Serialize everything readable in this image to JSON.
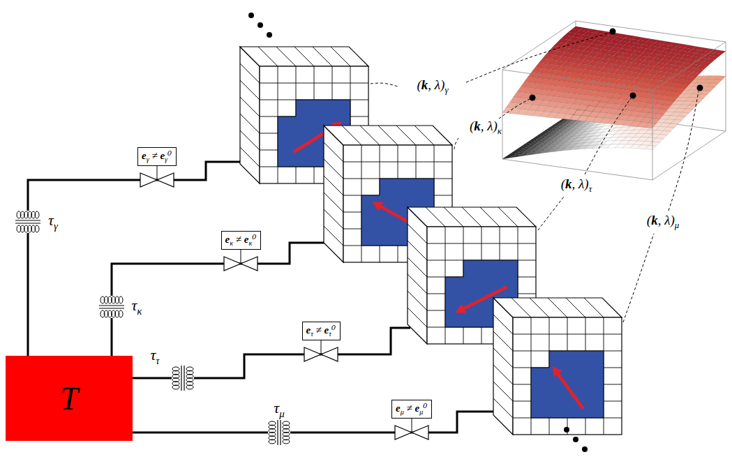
{
  "diagram": {
    "nodes": [
      {
        "text": [
          "T"
        ]
      },
      {
        "text": [
          "eγ ≠ eγ⁰"
        ]
      },
      {
        "text": [
          "eκ ≠ eκ⁰"
        ]
      },
      {
        "text": [
          "eτ ≠ eτ⁰"
        ]
      },
      {
        "text": [
          "eμ ≠ eμ⁰"
        ]
      }
    ],
    "labels": [
      "τγ",
      "τκ",
      "ττ",
      "τμ",
      "(k, λ)γ",
      "(k, λ)κ",
      "(k, λ)τ",
      "(k, λ)μ"
    ]
  }
}
